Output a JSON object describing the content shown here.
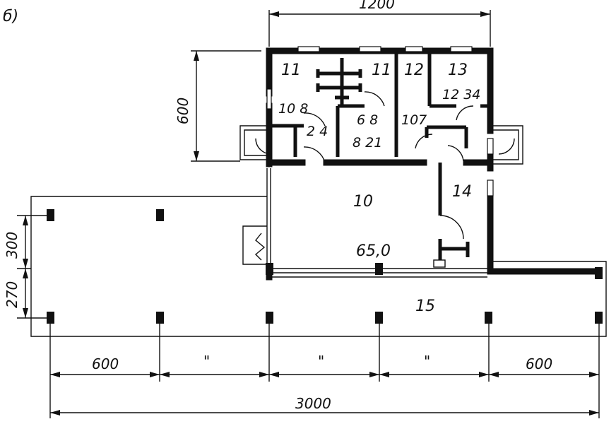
{
  "figure_label": "б)",
  "dimensions": {
    "top_width": "1200",
    "left_height": "600",
    "left_span_upper": "300",
    "left_span_lower": "270",
    "bottom_first": "600",
    "bottom_ditto_1": "\"",
    "bottom_ditto_2": "\"",
    "bottom_ditto_3": "\"",
    "bottom_last": "600",
    "overall": "3000"
  },
  "rooms": {
    "r11a": "11",
    "r11b": "11",
    "r12": "12",
    "r13": "13",
    "a108": "10 8",
    "a1234": "12 34",
    "a24": "2 4",
    "a68": "6 8",
    "a821": "8 21",
    "a107": "107",
    "r10": "10",
    "r14": "14",
    "a650": "65,0",
    "r15": "15"
  }
}
